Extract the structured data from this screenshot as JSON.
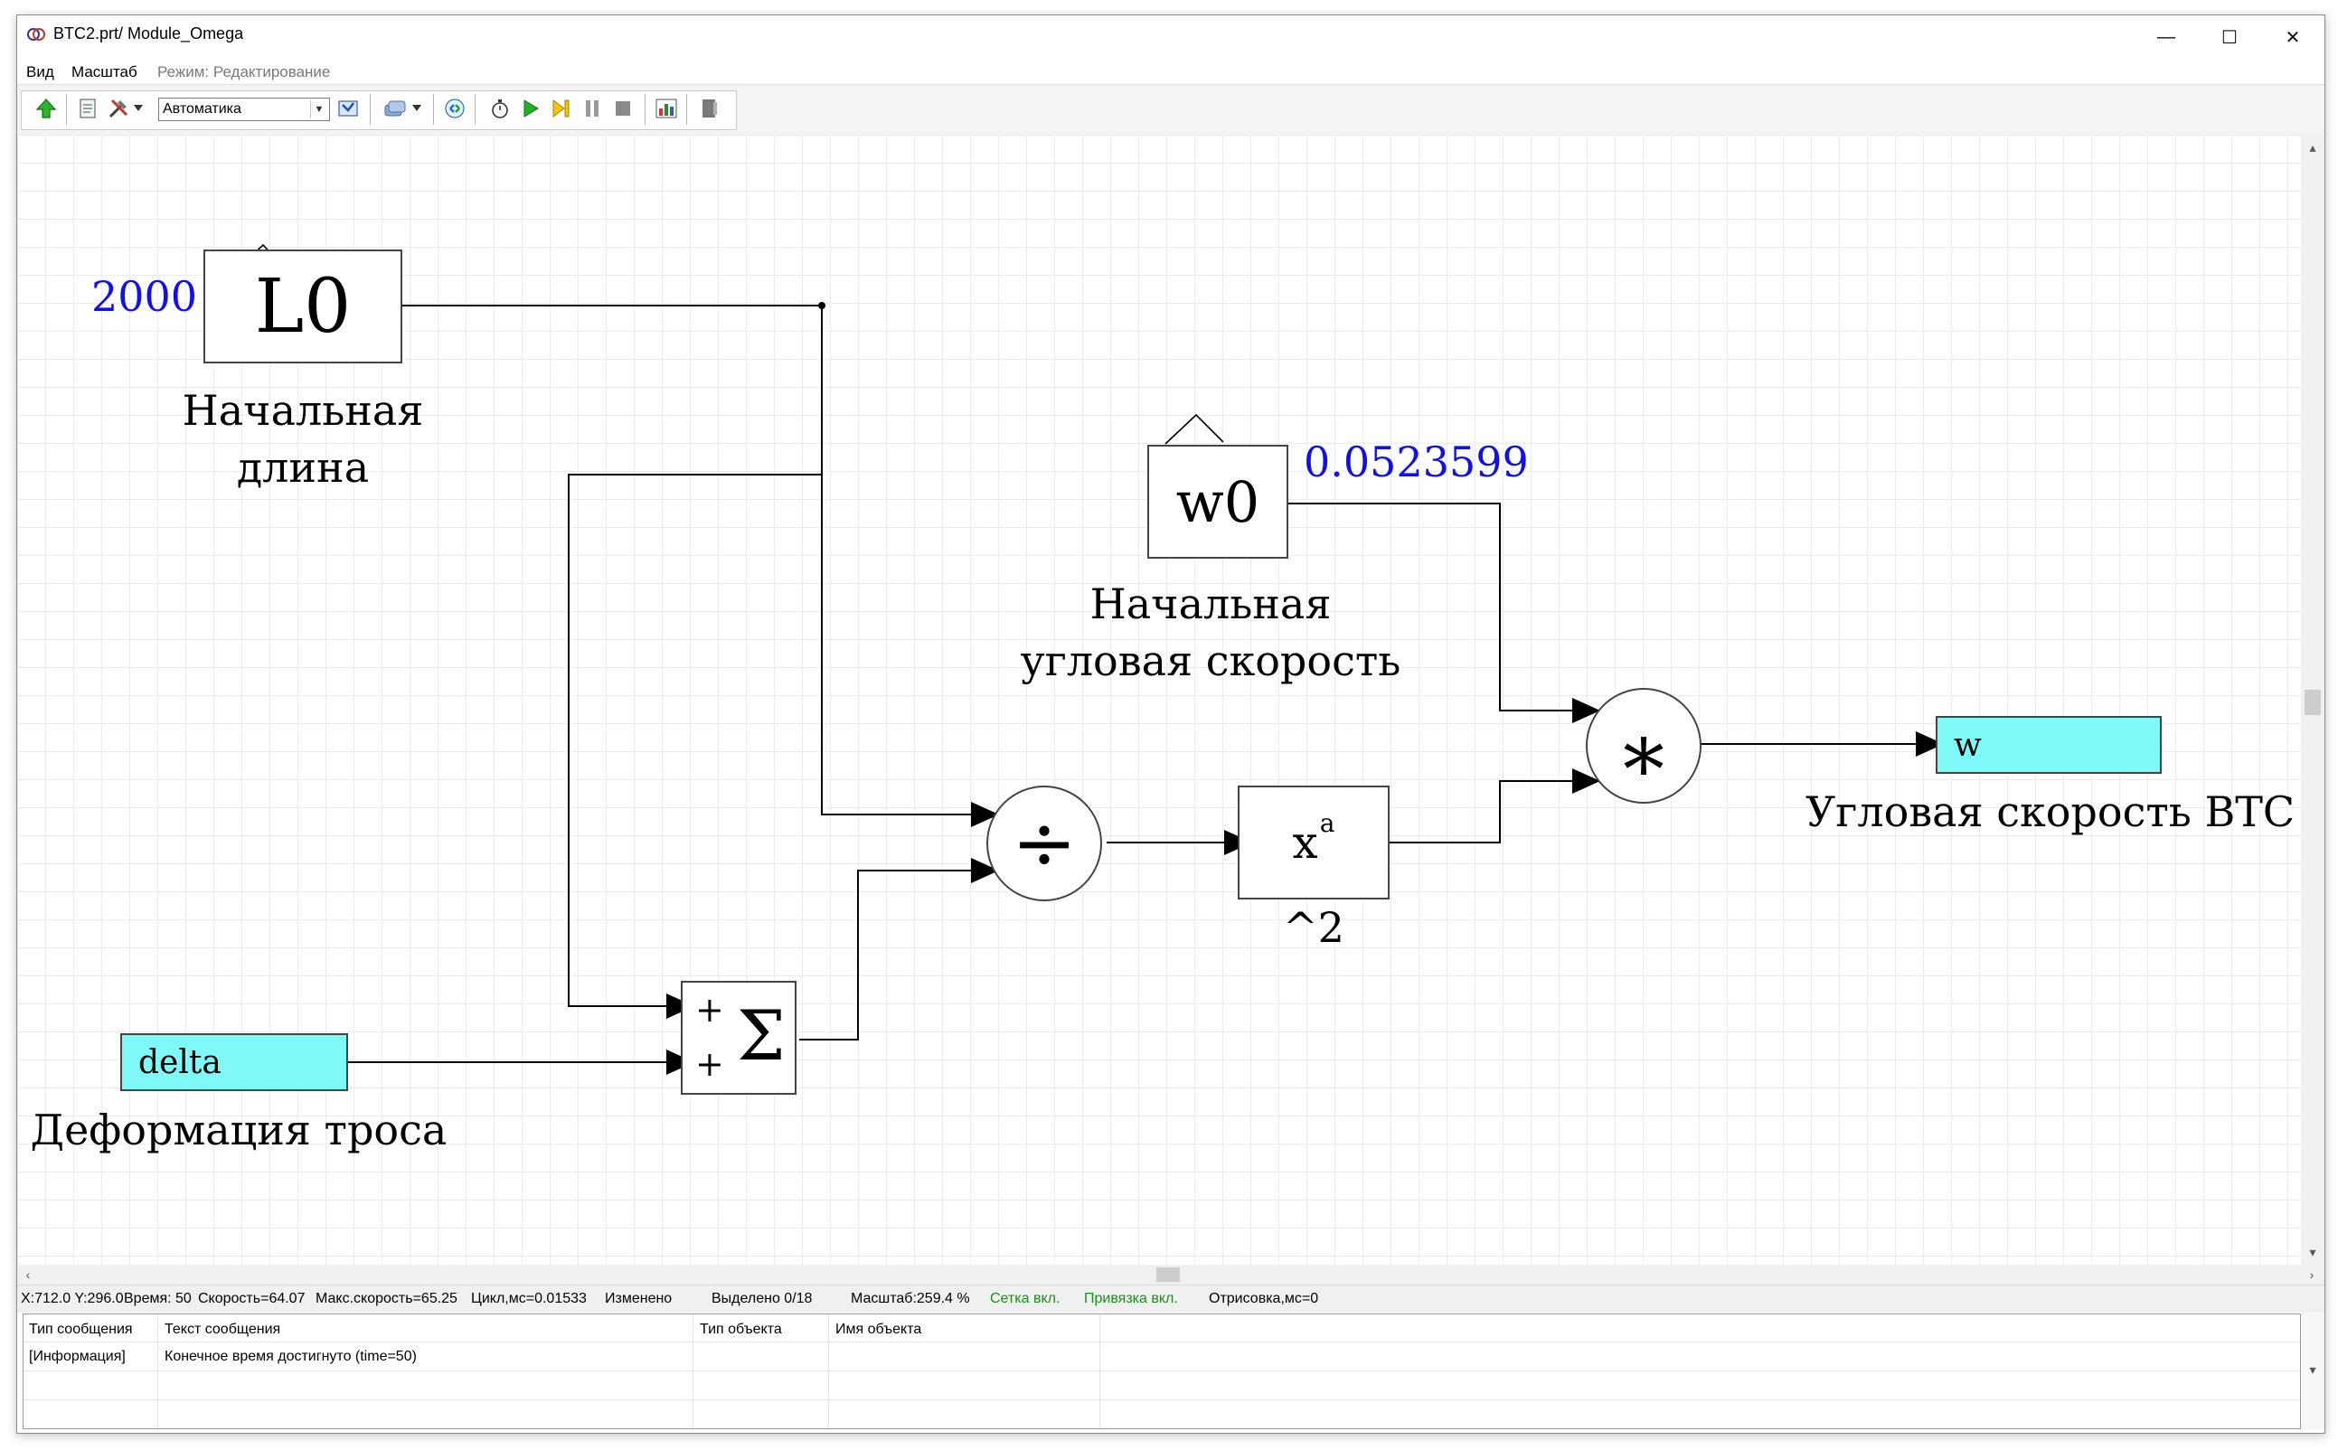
{
  "window": {
    "title": "BTC2.prt/ Module_Omega",
    "controls": {
      "minimize": "—",
      "maximize": "☐",
      "close": "✕"
    }
  },
  "menu": {
    "items": [
      "Вид",
      "Масштаб"
    ],
    "mode": "Режим: Редактирование"
  },
  "toolbar": {
    "mode_select": "Автоматика",
    "icons": [
      "upload-arrow-icon",
      "document-icon",
      "tools-icon",
      "mode-select",
      "jump-icon",
      "layers-icon",
      "exchange-icon",
      "stopwatch-icon",
      "play-icon",
      "step-icon",
      "pause-icon",
      "stop-icon",
      "chart-icon",
      "exit-icon"
    ]
  },
  "diagram": {
    "blocks": {
      "L0": {
        "label": "L0",
        "param": "2000",
        "caption": "Начальная\nдлина"
      },
      "w0": {
        "label": "w0",
        "param": "0.0523599",
        "caption": "Начальная\nугловая скорость"
      },
      "divide": {
        "symbol": "÷"
      },
      "power": {
        "base": "x",
        "exp": "a",
        "caption": "^2"
      },
      "multiply": {
        "symbol": "∗"
      },
      "sum": {
        "symbol": "Σ",
        "signs": [
          "+",
          "+"
        ]
      },
      "delta": {
        "label": "delta",
        "caption": "Деформация троса"
      },
      "w": {
        "label": "w",
        "caption": "Угловая скорость ВТС"
      }
    },
    "colors": {
      "grid": "#ececec",
      "signal_fill": "#7ff8f8",
      "param_text": "#1010ee"
    }
  },
  "status": {
    "coords": "X:712.0  Y:296.0",
    "time": "Время: 50",
    "speed": "Скорость=64.07",
    "max_speed": "Макс.скорость=65.25",
    "cycle": "Цикл,мс=0.01533",
    "changed": "Изменено",
    "selected": "Выделено 0/18",
    "scale": "Масштаб:259.4 %",
    "grid": "Сетка вкл.",
    "snap": "Привязка вкл.",
    "render": "Отрисовка,мс=0"
  },
  "log": {
    "headers": [
      "Тип сообщения",
      "Текст сообщения",
      "Тип объекта",
      "Имя объекта"
    ],
    "rows": [
      {
        "type": "[Информация]",
        "text": "Конечное время достигнуто (time=50)",
        "object_type": "",
        "object_name": ""
      }
    ]
  }
}
